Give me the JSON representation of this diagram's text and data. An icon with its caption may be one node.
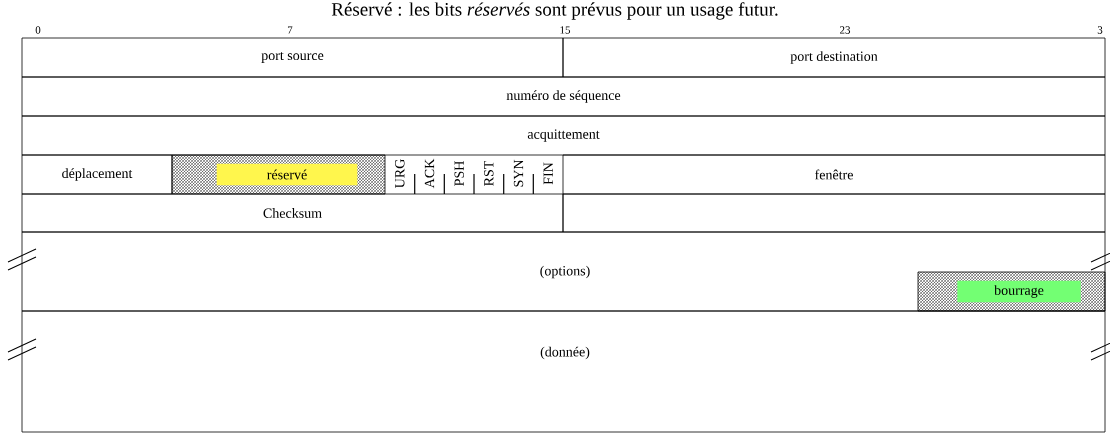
{
  "diagram": {
    "title": "Réservé : les bits *réservés* sont prévus pour un usage futur.",
    "nodes": [
      {
        "text": [
          "port source"
        ]
      },
      {
        "text": [
          "port destination"
        ]
      },
      {
        "text": [
          "numéro de séquence"
        ]
      },
      {
        "text": [
          "acquittement"
        ]
      },
      {
        "text": [
          "déplacement"
        ]
      },
      {
        "text": [
          "réservé"
        ]
      },
      {
        "text": [
          "URG"
        ]
      },
      {
        "text": [
          "ACK"
        ]
      },
      {
        "text": [
          "PSH"
        ]
      },
      {
        "text": [
          "RST"
        ]
      },
      {
        "text": [
          "SYN"
        ]
      },
      {
        "text": [
          "FIN"
        ]
      },
      {
        "text": [
          "fenêtre"
        ]
      },
      {
        "text": [
          "Checksum"
        ]
      },
      {
        "text": [],
        "shape": "box"
      },
      {
        "text": [
          "(options)"
        ]
      },
      {
        "text": [
          "bourrage"
        ],
        "in": 15
      },
      {
        "text": [
          "(donnée)"
        ]
      }
    ],
    "labels": [
      "0",
      "7",
      "15",
      "23",
      "3"
    ]
  }
}
